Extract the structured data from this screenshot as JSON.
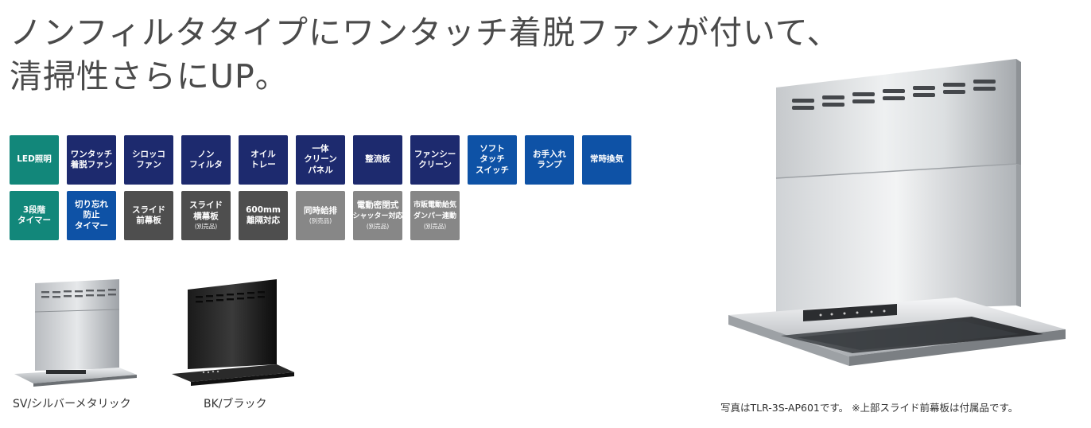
{
  "headline": {
    "line1": "ノンフィルタタイプにワンタッチ着脱ファンが付いて、",
    "line2": "清掃性さらにUP。"
  },
  "colors": {
    "green": "#12877a",
    "navy": "#1d2a6e",
    "blue": "#0e52a6",
    "dark_gray": "#4e4e4e",
    "mid_gray": "#878787"
  },
  "badges_row1": [
    {
      "lines": [
        "LED照明"
      ],
      "sub": "",
      "color": "green"
    },
    {
      "lines": [
        "ワンタッチ",
        "着脱ファン"
      ],
      "sub": "",
      "color": "navy"
    },
    {
      "lines": [
        "シロッコ",
        "ファン"
      ],
      "sub": "",
      "color": "navy"
    },
    {
      "lines": [
        "ノン",
        "フィルタ"
      ],
      "sub": "",
      "color": "navy"
    },
    {
      "lines": [
        "オイル",
        "トレー"
      ],
      "sub": "",
      "color": "navy"
    },
    {
      "lines": [
        "一体",
        "クリーン",
        "パネル"
      ],
      "sub": "",
      "color": "navy"
    },
    {
      "lines": [
        "整流板"
      ],
      "sub": "",
      "color": "navy"
    },
    {
      "lines": [
        "ファンシー",
        "クリーン"
      ],
      "sub": "",
      "color": "navy"
    },
    {
      "lines": [
        "ソフト",
        "タッチ",
        "スイッチ"
      ],
      "sub": "",
      "color": "blue"
    },
    {
      "lines": [
        "お手入れ",
        "ランプ"
      ],
      "sub": "",
      "color": "blue"
    },
    {
      "lines": [
        "常時換気"
      ],
      "sub": "",
      "color": "blue"
    }
  ],
  "badges_row2": [
    {
      "lines": [
        "3段階",
        "タイマー"
      ],
      "sub": "",
      "color": "green"
    },
    {
      "lines": [
        "切り忘れ",
        "防止",
        "タイマー"
      ],
      "sub": "",
      "color": "blue"
    },
    {
      "lines": [
        "スライド",
        "前幕板"
      ],
      "sub": "",
      "color": "dark_gray"
    },
    {
      "lines": [
        "スライド",
        "横幕板"
      ],
      "sub": "(別売品)",
      "color": "dark_gray"
    },
    {
      "lines": [
        "600mm",
        "離隔対応"
      ],
      "sub": "",
      "color": "dark_gray"
    },
    {
      "lines": [
        "同時給排"
      ],
      "sub": "(別売品)",
      "color": "mid_gray"
    },
    {
      "lines": [
        "電動密閉式",
        "シャッター対応"
      ],
      "sub": "(別売品)",
      "color": "mid_gray"
    },
    {
      "lines": [
        "市販電動給気",
        "ダンパー連動"
      ],
      "sub": "(別売品)",
      "color": "mid_gray"
    }
  ],
  "captions": {
    "sv": "SV/シルバーメタリック",
    "bk": "BK/ブラック",
    "main": "写真はTLR-3S-AP601です。 ※上部スライド前幕板は付属品です。"
  }
}
